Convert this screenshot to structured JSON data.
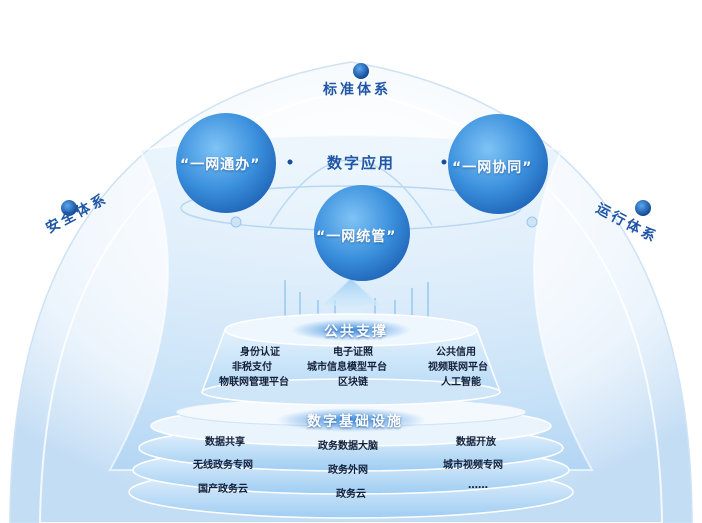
{
  "top_arc_title": "标准体系",
  "left_arc_title": "安全体系",
  "right_arc_title": "运行体系",
  "digital_application": {
    "title": "数字应用",
    "bubbles": [
      "“一网通办”",
      "“一网协同”",
      "“一网统管”"
    ]
  },
  "public_support": {
    "title": "公共支撑",
    "rows": [
      [
        "身份认证",
        "电子证照",
        "公共信用"
      ],
      [
        "非税支付",
        "城市信息模型平台",
        "视频联网平台"
      ],
      [
        "物联网管理平台",
        "区块链",
        "人工智能"
      ]
    ]
  },
  "infrastructure": {
    "title": "数字基础设施",
    "rows": [
      [
        "数据共享",
        "政务数据大脑",
        "数据开放"
      ],
      [
        "无线政务专网",
        "政务外网",
        "城市视频专网"
      ],
      [
        "国产政务云",
        "政务云",
        "……"
      ]
    ]
  },
  "colors": {
    "primary_blue": "#1f56a6",
    "bubble_blue": "#3a8fdc",
    "accent_dark": "#1a4e9c"
  }
}
